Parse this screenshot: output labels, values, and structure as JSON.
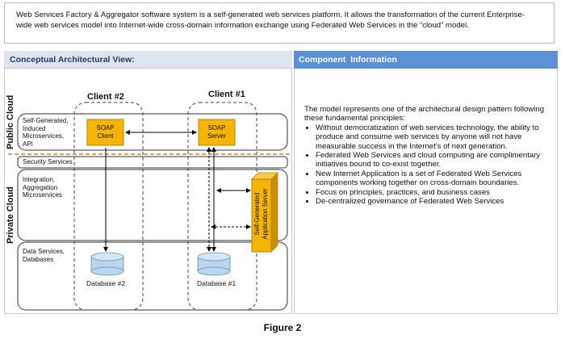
{
  "intro": {
    "line1": "Web Services Factory & Aggregator software system is a self-generated web services platform. It allows the transformation of the current Enterprise-",
    "line2": "wide web services model into Internet-wide cross-domain information exchange using Federated Web Services in the “cloud” model."
  },
  "left_panel": {
    "title": "Conceptual Architectural View:",
    "clients": [
      "Client #2",
      "Client #1"
    ],
    "clouds": [
      "Public Cloud",
      "Private Cloud"
    ],
    "layers": {
      "self_generated": [
        "Self-Generated,",
        "Induced",
        "Microservices,",
        "API"
      ],
      "security": "Security Services",
      "integration": [
        "Integration,",
        "Aggregation",
        "Microservices"
      ],
      "data": [
        "Data Services,",
        "Databases"
      ]
    },
    "soap_client": [
      "SOAP",
      "Client"
    ],
    "soap_server": [
      "SOAP",
      "Server"
    ],
    "app_server": [
      "Self-Generated",
      "Application Server"
    ],
    "databases": [
      "Database #2",
      "Database #1"
    ],
    "colors": {
      "component_fill": "#f5b400",
      "database_fill": "#b9d6ee",
      "divider": "#c58a2a"
    }
  },
  "right_panel": {
    "title": "Component  Information",
    "intro": "The model represents one of the architectural design pattern following these fundamental principles:",
    "bullets": [
      "Without democratization of web services technology, the ability to produce and consume web services by anyone will not have measurable success in the Internet's of next generation.",
      "Federated Web Services and cloud computing are complimentary initiatives bound to co-exist together.",
      "New Internet Application is a set of Federated Web Services components working together on cross-domain boundaries.",
      "Focus on principles, practices, and business cases",
      "De-centralized governance of Federated Web Services"
    ]
  },
  "caption": "Figure 2"
}
